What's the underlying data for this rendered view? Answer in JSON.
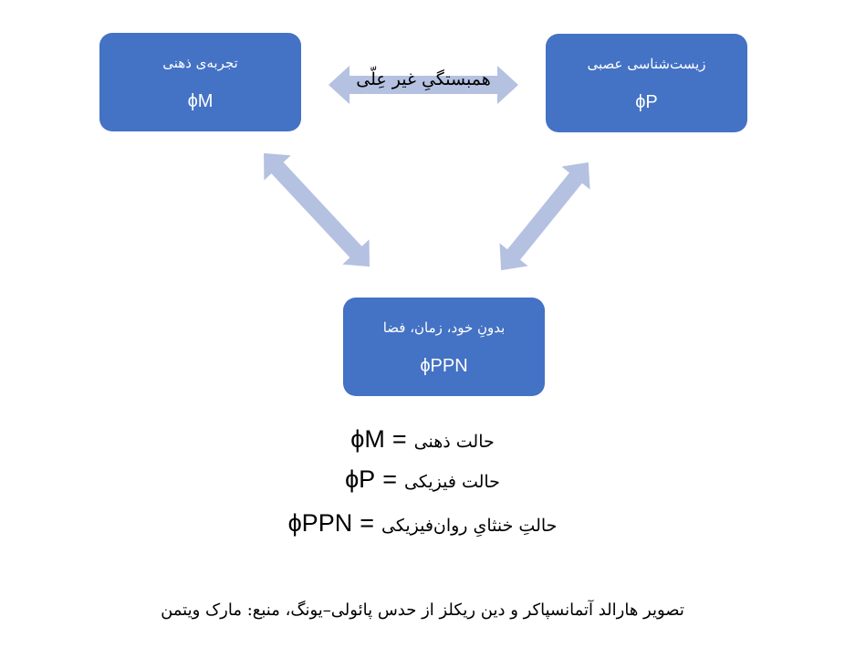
{
  "boxes": {
    "mental": {
      "label": "تجربه‌ی ذهنی",
      "symbol": "ϕM"
    },
    "physical": {
      "label": "زیست‌شناسی عصبی",
      "symbol": "ϕP"
    },
    "ppn": {
      "label": "بدونِ خود، زمان، فضا",
      "symbol": "ϕPPN"
    }
  },
  "relation_label": "همبستگیِ غیر عِلّی",
  "legend": [
    {
      "symbol": "ϕM",
      "eq": "=",
      "text": "حالت ذهنی"
    },
    {
      "symbol": "ϕP",
      "eq": "=",
      "text": "حالت فیزیکی"
    },
    {
      "symbol": "ϕPPN",
      "eq": "=",
      "text": "حالتِ خنثایِ روان‌فیزیکی"
    }
  ],
  "caption": "تصویر هارالد آتمانسپاکر و دین ریکلز از حدس پائولی–یونگ، منبع: مارک ویتمن",
  "colors": {
    "box": "#4472C4",
    "arrow": "#B4C1E1"
  }
}
